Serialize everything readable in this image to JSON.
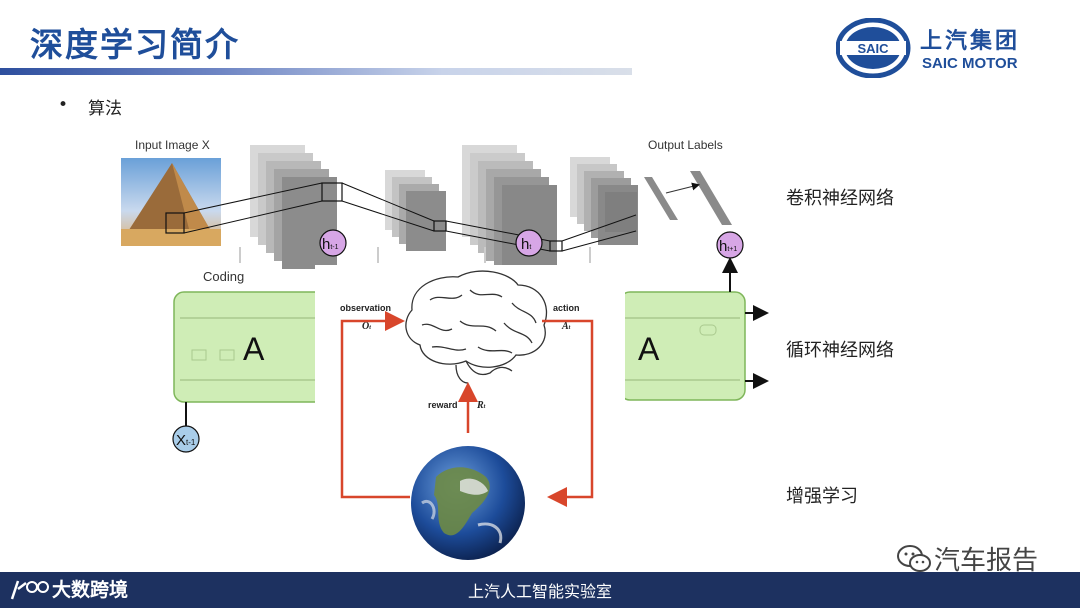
{
  "header": {
    "title": "深度学习简介",
    "logo_badge": "SAIC",
    "logo_cn": "上汽集团",
    "logo_en": "SAIC MOTOR"
  },
  "bullet": {
    "marker": "•",
    "text": "算法"
  },
  "cnn": {
    "input_label": "Input Image X",
    "output_label": "Output Labels",
    "coding_label": "Coding"
  },
  "rnn": {
    "cell_left": "A",
    "cell_right": "A",
    "state_prev": "h",
    "state_prev_sub": "t-1",
    "state_cur": "h",
    "state_cur_sub": "t",
    "state_next": "h",
    "state_next_sub": "t+1",
    "input": "X",
    "input_sub": "t-1"
  },
  "rl": {
    "observation": "observation",
    "obs_sym": "O",
    "obs_sub": "t",
    "action": "action",
    "act_sym": "A",
    "act_sub": "t",
    "reward": "reward",
    "rew_sym": "R",
    "rew_sub": "t"
  },
  "labels": {
    "cnn": "卷积神经网络",
    "rnn": "循环神经网络",
    "rl": "增强学习"
  },
  "watermark": "汽车报告",
  "footer": {
    "left_brand": "大数跨境",
    "center": "上汽人工智能实验室"
  },
  "colors": {
    "title": "#1f4e9a",
    "footer": "#1d3160",
    "rnn_cell": "#cfedb6",
    "rl_arrow": "#d8462b",
    "state_node": "#d7a6e6",
    "input_node": "#a9cde9"
  }
}
